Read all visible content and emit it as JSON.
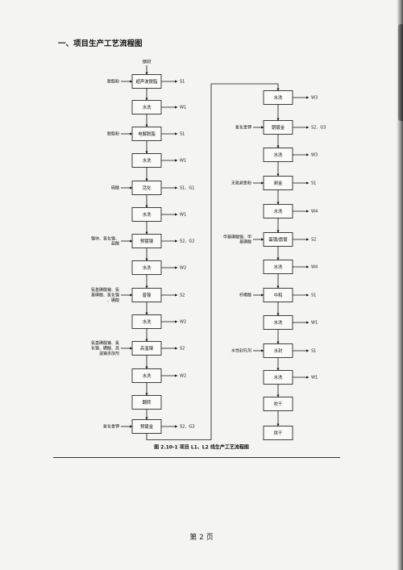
{
  "heading": "一、项目生产工艺流程图",
  "input_label": "钢材",
  "left_column": [
    {
      "step": "超声波脱脂",
      "output": "S1",
      "input": "脱脂粉"
    },
    {
      "step": "水洗",
      "output": "W1",
      "input": ""
    },
    {
      "step": "电解脱脂",
      "output": "S1",
      "input": "脱脂粉"
    },
    {
      "step": "水洗",
      "output": "W1",
      "input": ""
    },
    {
      "step": "活化",
      "output": "S1、G1",
      "input": "硫酸"
    },
    {
      "step": "水洗",
      "output": "W1",
      "input": ""
    },
    {
      "step": "预镀镍",
      "output": "S2、G2",
      "input": "镍块、氯化镍、盐酸"
    },
    {
      "step": "水洗",
      "output": "W2",
      "input": ""
    },
    {
      "step": "普镍",
      "output": "S2",
      "input": "氨基磺酸镍、氨基磺酸、氯化镍、硼酸"
    },
    {
      "step": "水洗",
      "output": "W2",
      "input": ""
    },
    {
      "step": "高温镍",
      "output": "S2",
      "input": "氨基磺酸镍、氯化镍、硼酸、高温镍添加剂"
    },
    {
      "step": "水洗",
      "output": "W2",
      "input": ""
    },
    {
      "step": "翻转",
      "output": "",
      "input": ""
    },
    {
      "step": "预镀金",
      "output": "S2、G3",
      "input": "氰化金钾"
    }
  ],
  "right_column": [
    {
      "step": "水洗",
      "output": "W3",
      "input": ""
    },
    {
      "step": "朝镀金",
      "output": "S2、G3",
      "input": "氰化金钾"
    },
    {
      "step": "水洗",
      "output": "W3",
      "input": ""
    },
    {
      "step": "剥金",
      "output": "S1",
      "input": "无氰剥金粉"
    },
    {
      "step": "水洗",
      "output": "W4",
      "input": ""
    },
    {
      "step": "蛋镀/震镀",
      "output": "S2",
      "input": "甲基磺酸锡、甲基磺酸"
    },
    {
      "step": "水洗",
      "output": "W4",
      "input": ""
    },
    {
      "step": "中和",
      "output": "S1",
      "input": "柠檬酸"
    },
    {
      "step": "水洗",
      "output": "W1",
      "input": ""
    },
    {
      "step": "水封",
      "output": "S1",
      "input": "水性封孔剂"
    },
    {
      "step": "水洗",
      "output": "W1",
      "input": ""
    },
    {
      "step": "吹干",
      "output": "",
      "input": ""
    },
    {
      "step": "烘干",
      "output": "",
      "input": ""
    }
  ],
  "caption": "图 2.10-1  项目 L1、L2 线生产工艺流程图",
  "page_number": "第 2 页"
}
